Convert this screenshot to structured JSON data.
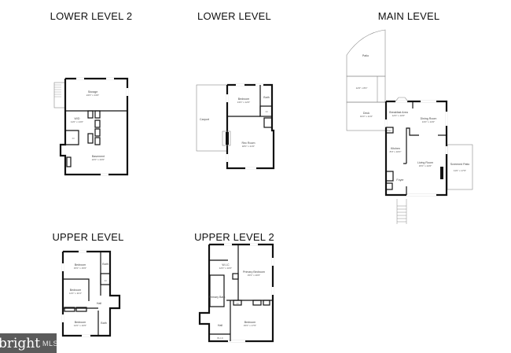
{
  "watermark": {
    "brand": "bright",
    "suffix": "MLS",
    "accent": "#c0392b"
  },
  "levels": {
    "lower_level_2": {
      "title": "LOWER LEVEL 2",
      "rooms": {
        "storage": {
          "name": "Storage",
          "dims": "24'0\" x 13'0\""
        },
        "wd": {
          "name": "W/D",
          "dims": "11'0\" x 14'0\""
        },
        "basement": {
          "name": "Basement",
          "dims": "24'0\" x 23'0\""
        },
        "closet": "Cl"
      }
    },
    "lower_level": {
      "title": "LOWER LEVEL",
      "rooms": {
        "carport": {
          "name": "Carport"
        },
        "bedroom": {
          "name": "Bedroom",
          "dims": "13'0\" x 12'0\""
        },
        "bath": {
          "name": "Bath"
        },
        "rec_room": {
          "name": "Rec Room",
          "dims": "18'0\" x 21'0\""
        },
        "closet": "Cl"
      }
    },
    "main_level": {
      "title": "MAIN LEVEL",
      "rooms": {
        "patio": {
          "name": "Patio"
        },
        "patio_dims": {
          "dims": "12'0\" x 8'0\""
        },
        "deck": {
          "name": "Deck",
          "dims": "19'0\" x 11'0\""
        },
        "breakfast_area": {
          "name": "Breakfast Area",
          "dims": "12'0\" x 10'0\""
        },
        "dining_room": {
          "name": "Dining Room",
          "dims": "13'0\" x 13'0\""
        },
        "kitchen": {
          "name": "Kitchen",
          "dims": "8'0\" x 16'0\""
        },
        "living_room": {
          "name": "Living Room",
          "dims": "15'0\" x 24'0\""
        },
        "foyer": {
          "name": "Foyer"
        },
        "pantry": {
          "name": "Pan"
        },
        "screened_patio": {
          "name": "Screened Patio",
          "dims": "11'0\" x 17'0\""
        },
        "closet": "Cl"
      }
    },
    "upper_level": {
      "title": "UPPER LEVEL",
      "rooms": {
        "bedroom_1": {
          "name": "Bedroom",
          "dims": "15'0\" x 15'0\""
        },
        "bath_1": {
          "name": "Bath"
        },
        "bedroom_2": {
          "name": "Bedroom",
          "dims": "11'0\" x 11'0\""
        },
        "hall": {
          "name": "Hall"
        },
        "bedroom_3": {
          "name": "Bedroom",
          "dims": "14'0\" x 10'0\""
        },
        "bath_2": {
          "name": "Bath"
        },
        "closet": "Cl"
      }
    },
    "upper_level_2": {
      "title": "UPPER LEVEL 2",
      "rooms": {
        "wic": {
          "name": "W-I-C",
          "dims": "12'0\" x 10'0\""
        },
        "primary_bedroom": {
          "name": "Primary Bedroom",
          "dims": "15'0\" x 20'0\""
        },
        "primary_bath": {
          "name": "Primary Bath"
        },
        "hall": {
          "name": "Hall"
        },
        "bedroom": {
          "name": "Bedroom",
          "dims": "15'0\" x 17'0\""
        },
        "wic_small": {
          "name": "W-I-C"
        },
        "closet": "Cl"
      }
    }
  }
}
